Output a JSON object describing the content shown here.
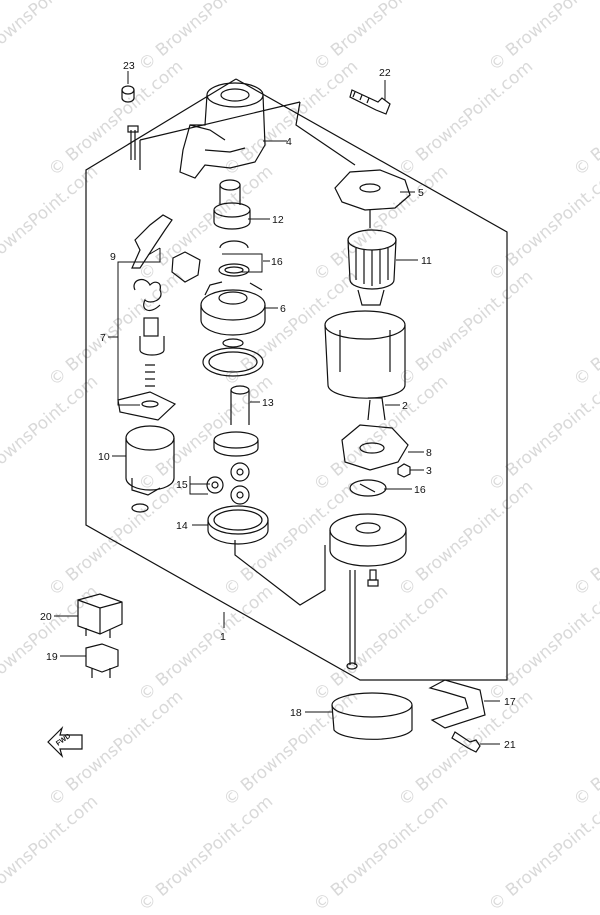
{
  "watermark": "© BrownsPoint.com",
  "fwd_label": "FWD",
  "callouts": {
    "c1": "1",
    "c2": "2",
    "c3": "3",
    "c4": "4",
    "c5": "5",
    "c6": "6",
    "c7": "7",
    "c8": "8",
    "c9": "9",
    "c10": "10",
    "c11": "11",
    "c12": "12",
    "c13": "13",
    "c14": "14",
    "c15": "15",
    "c16a": "16",
    "c16b": "16",
    "c17": "17",
    "c18": "18",
    "c19": "19",
    "c20": "20",
    "c21": "21",
    "c22": "22",
    "c23": "23"
  }
}
